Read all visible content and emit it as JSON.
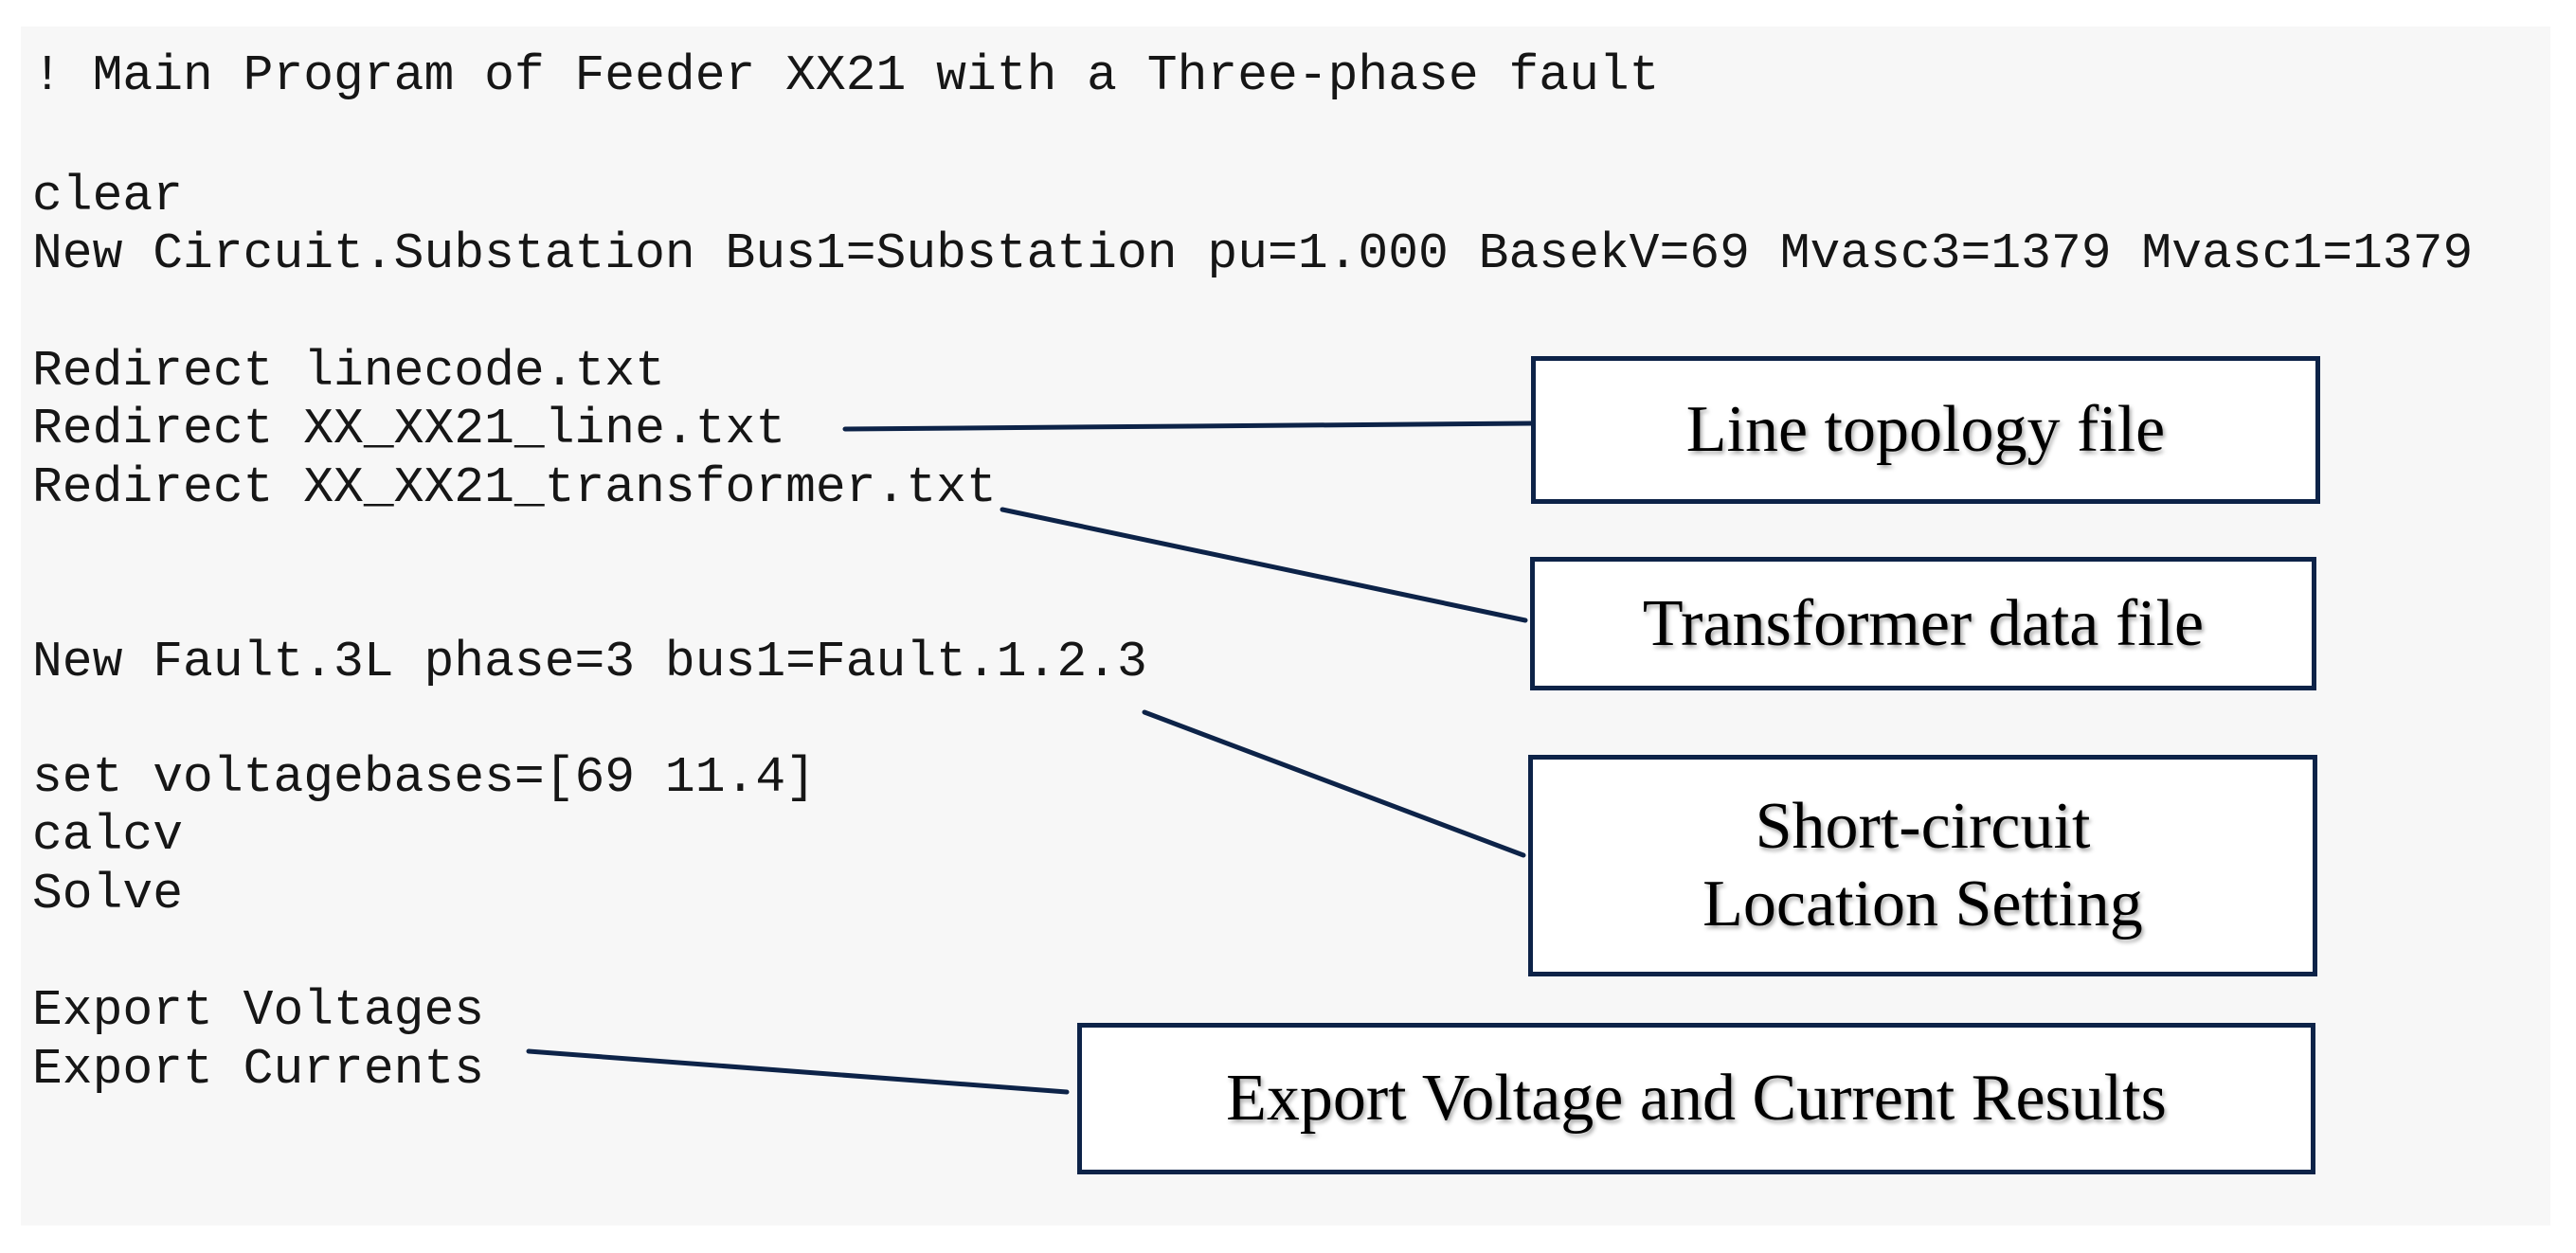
{
  "code": {
    "comment": "! Main Program of Feeder XX21 with a Three-phase fault",
    "clear": "clear",
    "new_circuit": "New Circuit.Substation Bus1=Substation pu=1.000 BasekV=69 Mvasc3=1379 Mvasc1=1379",
    "redirect_linecode": "Redirect linecode.txt",
    "redirect_line": "Redirect XX_XX21_line.txt",
    "redirect_transformer": "Redirect XX_XX21_transformer.txt",
    "new_fault": "New Fault.3L phase=3 bus1=Fault.1.2.3",
    "set_voltagebases": "set voltagebases=[69 11.4]",
    "calcv": "calcv",
    "solve": "Solve",
    "export_voltages": "Export Voltages",
    "export_currents": "Export Currents"
  },
  "callouts": {
    "line_topology": "Line topology file",
    "transformer_data": "Transformer data file",
    "short_circuit_line1": "Short-circuit",
    "short_circuit_line2": "Location Setting",
    "export_results": "Export Voltage and Current Results"
  },
  "colors": {
    "box_border": "#0d2348",
    "connector": "#0d2348",
    "panel_background": "#f7f7f7",
    "code_text": "#161616"
  }
}
